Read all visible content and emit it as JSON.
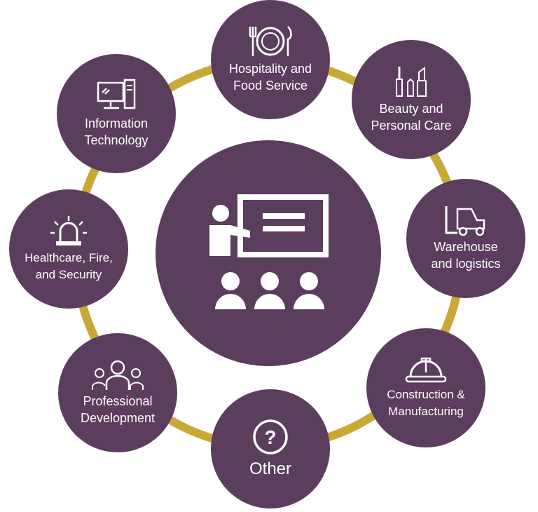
{
  "colors": {
    "purple": "#5b3d5d",
    "gold": "#c9a935"
  },
  "center": {
    "icon": "presentation-teacher-icon"
  },
  "nodes": [
    {
      "label": "Hospitality and\nFood Service",
      "icon": "plate-cutlery-icon"
    },
    {
      "label": "Beauty and\nPersonal Care",
      "icon": "makeup-icon"
    },
    {
      "label": "Warehouse\nand logistics",
      "icon": "forklift-icon"
    },
    {
      "label": "Construction &\nManufacturing",
      "icon": "hard-hat-icon"
    },
    {
      "label": "Other",
      "icon": "question-icon"
    },
    {
      "label": "Professional\nDevelopment",
      "icon": "business-people-icon"
    },
    {
      "label": "Healthcare, Fire,\nand Security",
      "icon": "siren-icon"
    },
    {
      "label": "Information\nTechnology",
      "icon": "computer-icon"
    }
  ]
}
